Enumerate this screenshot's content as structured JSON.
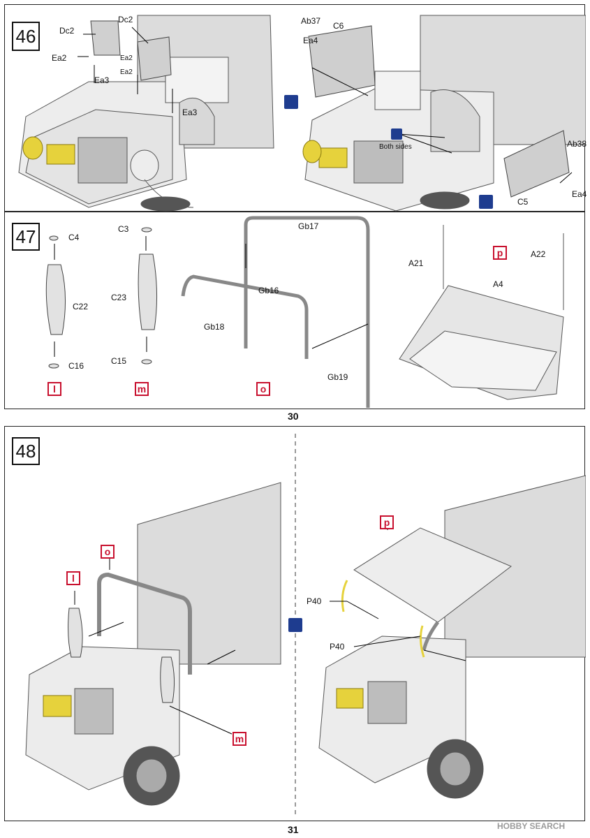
{
  "page_top": "30",
  "page_bottom": "31",
  "watermark": "HOBBY SEARCH",
  "step46": {
    "number": "46",
    "labels": [
      "Dc2",
      "Dc2",
      "Ea2",
      "Ea2",
      "Ea2",
      "Ea3",
      "Ea3",
      "Ab37",
      "C6",
      "Ea4",
      "Both sides",
      "Ab38",
      "Ea4",
      "C5"
    ]
  },
  "step47": {
    "number": "47",
    "labels": [
      "C4",
      "C22",
      "C16",
      "C3",
      "C23",
      "C15",
      "Gb17",
      "Gb16",
      "Gb18",
      "Gb19",
      "A21",
      "A22",
      "A4"
    ],
    "sub": [
      "l",
      "m",
      "o",
      "p"
    ]
  },
  "step48": {
    "number": "48",
    "sub": [
      "o",
      "l",
      "m",
      "p"
    ],
    "labels": [
      "P40",
      "P40"
    ]
  },
  "colors": {
    "accent_red": "#c8102e",
    "flip_blue": "#1e3c8f",
    "yellow_part": "#e6d23c"
  }
}
